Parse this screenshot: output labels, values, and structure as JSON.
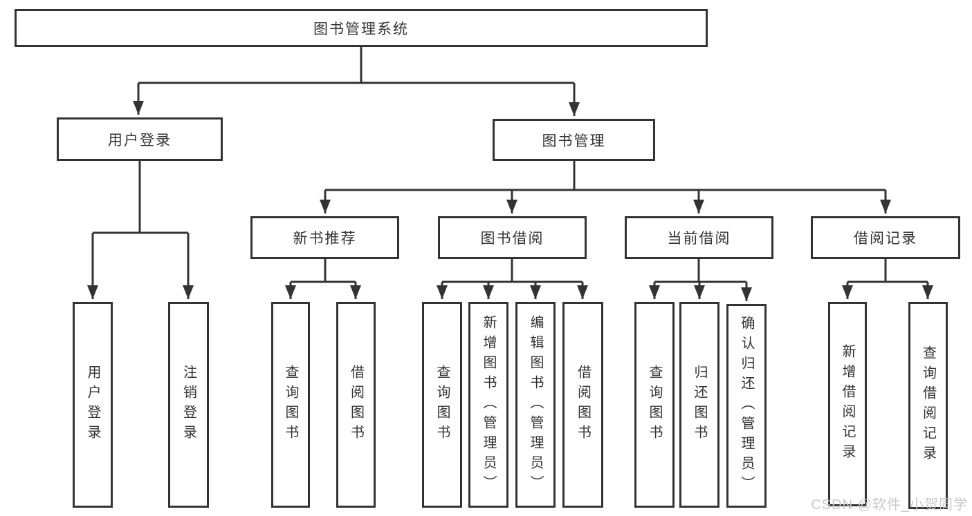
{
  "tree": {
    "label": "图书管理系统",
    "children": [
      {
        "label": "用户登录",
        "children": [
          {
            "label": "用户登录"
          },
          {
            "label": "注销登录"
          }
        ]
      },
      {
        "label": "图书管理",
        "children": [
          {
            "label": "新书推荐",
            "children": [
              {
                "label": "查询图书"
              },
              {
                "label": "借阅图书"
              }
            ]
          },
          {
            "label": "图书借阅",
            "children": [
              {
                "label": "查询图书"
              },
              {
                "label": "新增图书（管理员）"
              },
              {
                "label": "编辑图书（管理员）"
              },
              {
                "label": "借阅图书"
              }
            ]
          },
          {
            "label": "当前借阅",
            "children": [
              {
                "label": "查询图书"
              },
              {
                "label": "归还图书"
              },
              {
                "label": "确认归还（管理员）"
              }
            ]
          },
          {
            "label": "借阅记录",
            "children": [
              {
                "label": "新增借阅记录"
              },
              {
                "label": "查询借阅记录"
              }
            ]
          }
        ]
      }
    ]
  },
  "watermark": {
    "text": "CSDN @软件_小贺同学"
  },
  "colors": {
    "line": "#333333",
    "text": "#333333",
    "box_background": "#ffffff",
    "watermark": "#c9c9c9",
    "background": "#ffffff"
  }
}
